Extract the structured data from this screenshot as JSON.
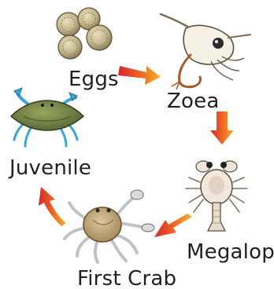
{
  "stages": [
    {
      "id": "eggs",
      "label": "Eggs"
    },
    {
      "id": "zoea",
      "label": "Zoea"
    },
    {
      "id": "megalops",
      "label": "Megalops"
    },
    {
      "id": "first_crab",
      "label": "First Crab"
    },
    {
      "id": "juvenile",
      "label": "Juvenile"
    }
  ],
  "colors": {
    "label_text": "#231f20",
    "arrow_start": "#d7262b",
    "arrow_mid": "#ef6a22",
    "arrow_end": "#f7b52c",
    "egg_fill": "#c2b48a",
    "crab_shell": "#b59a6a",
    "juvenile_shell": "#6f7f45",
    "juvenile_legs": "#3aa6d6"
  },
  "icons": [
    "egg-cluster-illustration",
    "zoea-larva-illustration",
    "megalops-larva-illustration",
    "first-crab-illustration",
    "juvenile-crab-illustration",
    "cycle-arrow"
  ]
}
